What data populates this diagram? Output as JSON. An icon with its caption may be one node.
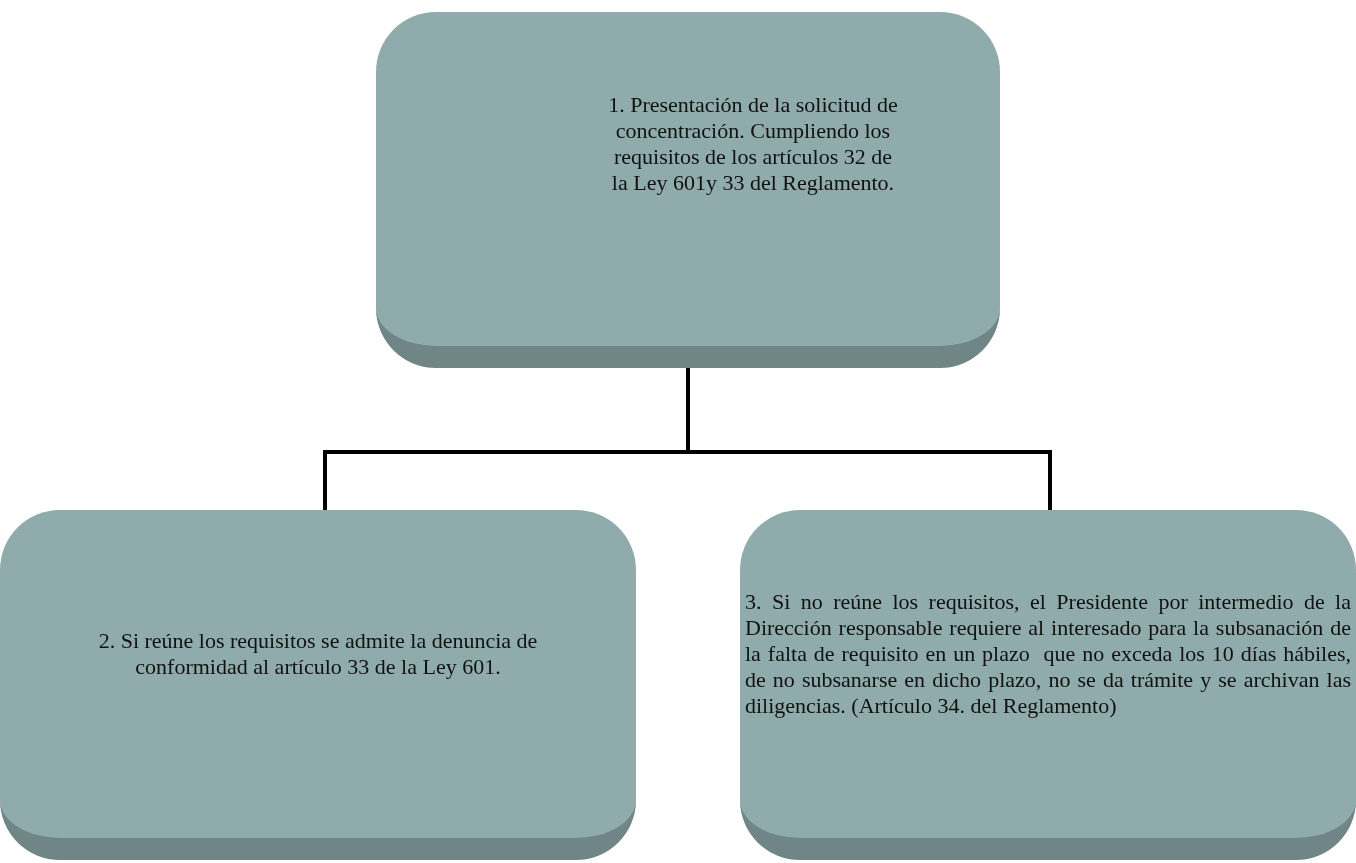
{
  "diagram": {
    "nodes": [
      {
        "text": [
          "1. Presentación de la solicitud de concentración. Cumpliendo los requisitos de los artículos 32 de la Ley 601y 33 del Reglamento."
        ]
      },
      {
        "text": [
          "2. Si reúne los requisitos se admite la denuncia de conformidad al artículo 33 de la Ley 601."
        ]
      },
      {
        "text": [
          "3. Si no reúne los requisitos, el Presidente por intermedio de la Dirección responsable requiere al interesado para la subsanación de la falta de requisito en un plazo  que no exceda los 10 días hábiles, de no subsanarse en dicho plazo, no se da trámite y se archivan las diligencias. (Artículo 34. del Reglamento)"
        ]
      }
    ],
    "edges": [
      {
        "from": 0,
        "to": 1,
        "arrow": "none"
      },
      {
        "from": 0,
        "to": 2,
        "arrow": "none"
      }
    ]
  }
}
